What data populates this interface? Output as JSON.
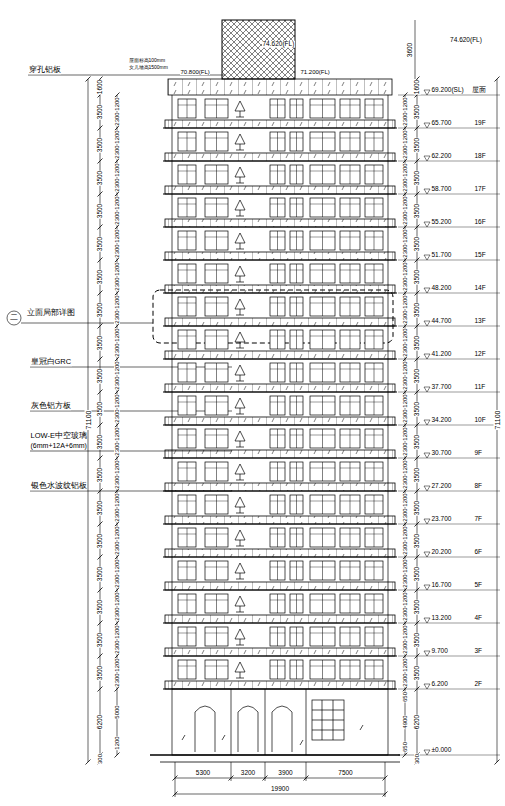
{
  "diagram": {
    "labels": [
      "74.620(FL)",
      "74.620(FL)",
      "3600",
      "穿孔铝板",
      "屋面标高100mm",
      "女儿墙高1500mm",
      "70.800(FL)",
      "71.200(FL)",
      "屋面",
      "69.200(SL)",
      "65.700",
      "19F",
      "62.200",
      "18F",
      "58.700",
      "17F",
      "55.200",
      "16F",
      "51.700",
      "15F",
      "48.200",
      "14F",
      "44.700",
      "13F",
      "41.200",
      "12F",
      "37.700",
      "11F",
      "34.200",
      "10F",
      "30.700",
      "9F",
      "27.200",
      "8F",
      "23.700",
      "7F",
      "20.200",
      "6F",
      "16.700",
      "5F",
      "13.200",
      "4F",
      "9.700",
      "3F",
      "6.200",
      "2F",
      "±0.000",
      "二",
      "立面局部详图",
      "皇冠白GRC",
      "灰色铝方板",
      "LOW-E中空玻璃",
      "(6mm+12A+6mm)",
      "银色水波纹铝板",
      "1600",
      "3500",
      "3500",
      "3500",
      "3500",
      "3500",
      "3500",
      "3500",
      "3500",
      "3500",
      "3500",
      "3500",
      "3500",
      "3500",
      "3500",
      "3500",
      "3500",
      "3500",
      "3500",
      "6200",
      "300",
      "1200",
      "2300",
      "1200",
      "2300",
      "1200",
      "2300",
      "1200",
      "2300",
      "1200",
      "2300",
      "1200",
      "2300",
      "1200",
      "2300",
      "1200",
      "2300",
      "1200",
      "2300",
      "1200",
      "2300",
      "1200",
      "2300",
      "1200",
      "2300",
      "1200",
      "2300",
      "1200",
      "2300",
      "1200",
      "2300",
      "1200",
      "2300",
      "1200",
      "2300",
      "1200",
      "2300",
      "5000",
      "1200",
      "1600",
      "3500",
      "3500",
      "3500",
      "3500",
      "3500",
      "3500",
      "3500",
      "3500",
      "3500",
      "3500",
      "3500",
      "3500",
      "3500",
      "3500",
      "3500",
      "3500",
      "3500",
      "3500",
      "6200",
      "300",
      "1200",
      "2300",
      "1200",
      "2300",
      "1200",
      "2300",
      "1200",
      "2300",
      "1200",
      "2300",
      "1200",
      "2300",
      "1200",
      "2300",
      "1200",
      "2300",
      "1200",
      "2300",
      "1200",
      "2300",
      "1200",
      "2300",
      "1200",
      "2300",
      "1200",
      "2300",
      "1200",
      "2300",
      "1200",
      "2300",
      "1200",
      "2300",
      "1200",
      "2300",
      "1200",
      "2300",
      "650",
      "4900",
      "650",
      "71100",
      "71100",
      "5300",
      "3200",
      "3900",
      "7500",
      "19900"
    ]
  }
}
